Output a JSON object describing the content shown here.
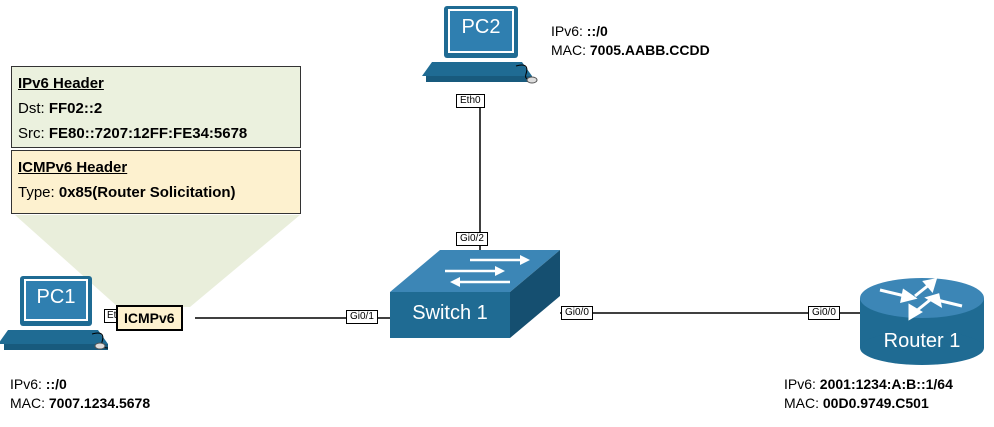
{
  "pc2": {
    "label": "PC2",
    "port": "Eth0",
    "ipv6_label": "IPv6:",
    "ipv6_value": "::/0",
    "mac_label": "MAC:",
    "mac_value": "7005.AABB.CCDD"
  },
  "pc1": {
    "label": "PC1",
    "port": "Eth0",
    "ipv6_label": "IPv6:",
    "ipv6_value": "::/0",
    "mac_label": "MAC:",
    "mac_value": "7007.1234.5678"
  },
  "switch": {
    "label": "Switch 1",
    "port_gi01": "Gi0/1",
    "port_gi02": "Gi0/2",
    "port_gi00": "Gi0/0"
  },
  "router": {
    "label": "Router 1",
    "port": "Gi0/0",
    "ipv6_label": "IPv6:",
    "ipv6_value": "2001:1234:A:B::1/64",
    "mac_label": "MAC:",
    "mac_value": "00D0.9749.C501"
  },
  "packet": {
    "label": "ICMPv6",
    "ipv6_header": {
      "title": "IPv6 Header",
      "dst_label": "Dst:",
      "dst_value": "FF02::2",
      "src_label": "Src:",
      "src_value": "FE80::7207:12FF:FE34:5678"
    },
    "icmpv6_header": {
      "title": "ICMPv6 Header",
      "type_label": "Type:",
      "type_value": "0x85(Router Solicitation)"
    }
  },
  "colors": {
    "device_blue": "#1f6b93",
    "device_light": "#3c86b6",
    "ipv6_box": "#ebf1de",
    "icmp_box": "#fdf1cf",
    "cone": "#e9eedb"
  }
}
